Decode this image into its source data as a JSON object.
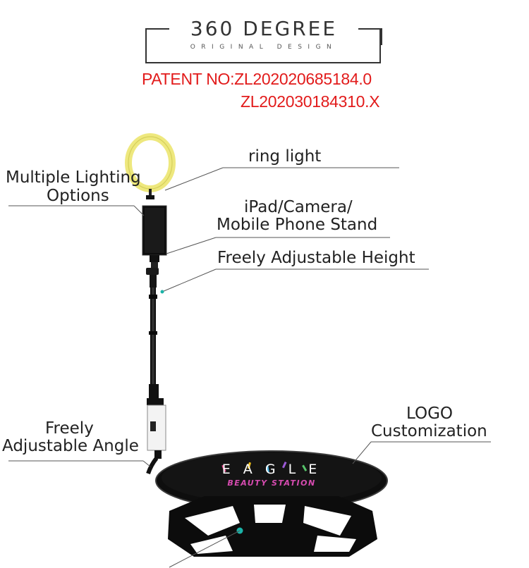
{
  "header": {
    "title": "360 DEGREE",
    "subtitle": "ORIGINAL DESIGN"
  },
  "patent": {
    "line1": "PATENT NO:ZL202020685184.0",
    "line2": "ZL202030184310.X"
  },
  "callouts": {
    "ring_light": "ring light",
    "lighting_line1": "Multiple Lighting",
    "lighting_line2": "Options",
    "stand_line1": "iPad/Camera/",
    "stand_line2": "Mobile Phone Stand",
    "height": "Freely Adjustable Height",
    "angle_line1": "Freely",
    "angle_line2": "Adjustable Angle",
    "logo_line1": "LOGO",
    "logo_line2": "Customization"
  },
  "platform_logo": {
    "brand": "E A G L E",
    "tagline": "BEAUTY STATION"
  },
  "colors": {
    "patent": "#e21b1b",
    "ring_glow": "#f6f39a",
    "platform": "#111111"
  }
}
